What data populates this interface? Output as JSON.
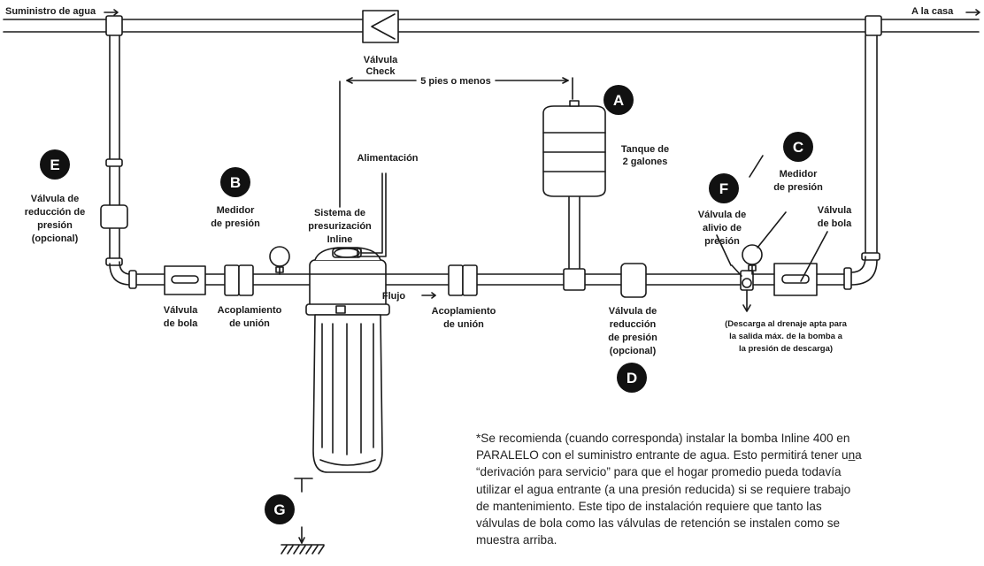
{
  "labels": {
    "supply": "Suministro de agua",
    "to_house": "A la casa",
    "check_valve_1": "Válvula",
    "check_valve_2": "Check",
    "distance": "5 pies o menos",
    "tank_1": "Tanque de",
    "tank_2": "2 galones",
    "power": "Alimentación",
    "gauge_b_1": "Medidor",
    "gauge_b_2": "de presión",
    "gauge_c_1": "Medidor",
    "gauge_c_2": "de presión",
    "prv_e_1": "Válvula de",
    "prv_e_2": "reducción de",
    "prv_e_3": "presión",
    "prv_e_4": "(opcional)",
    "system_1": "Sistema de",
    "system_2": "presurización",
    "system_3": "Inline",
    "relief_1": "Válvula de",
    "relief_2": "alivio de",
    "relief_3": "presión",
    "ball_right_1": "Válvula",
    "ball_right_2": "de bola",
    "ball_left_1": "Válvula",
    "ball_left_2": "de bola",
    "union_left_1": "Acoplamiento",
    "union_left_2": "de unión",
    "union_right_1": "Acoplamiento",
    "union_right_2": "de unión",
    "flow": "Flujo",
    "prv_d_1": "Válvula de",
    "prv_d_2": "reducción",
    "prv_d_3": "de presión",
    "prv_d_4": "(opcional)",
    "discharge_1": "(Descarga al drenaje apta para",
    "discharge_2": "la salida máx. de la bomba a",
    "discharge_3": "la presión de descarga)"
  },
  "badges": {
    "a": "A",
    "b": "B",
    "c": "C",
    "d": "D",
    "e": "E",
    "f": "F",
    "g": "G"
  },
  "note": {
    "lines": [
      "*Se recomienda (cuando corresponda) instalar la bomba Inline 400 en",
      "PARALELO con el suministro entrante de agua. Esto permitirá tener un̲a",
      "“derivación para servicio” para que el hogar promedio pueda todavía",
      "utilizar el agua entrante (a una presión reducida) si se requiere trabajo",
      "de mantenimiento.  Este tipo de instalación requiere que tanto las",
      "válvulas de bola como las válvulas de retención se instalen como se",
      "muestra arriba."
    ]
  },
  "colors": {
    "line": "#1a1a1a",
    "badge": "#111111",
    "filter": "#ffffff"
  }
}
